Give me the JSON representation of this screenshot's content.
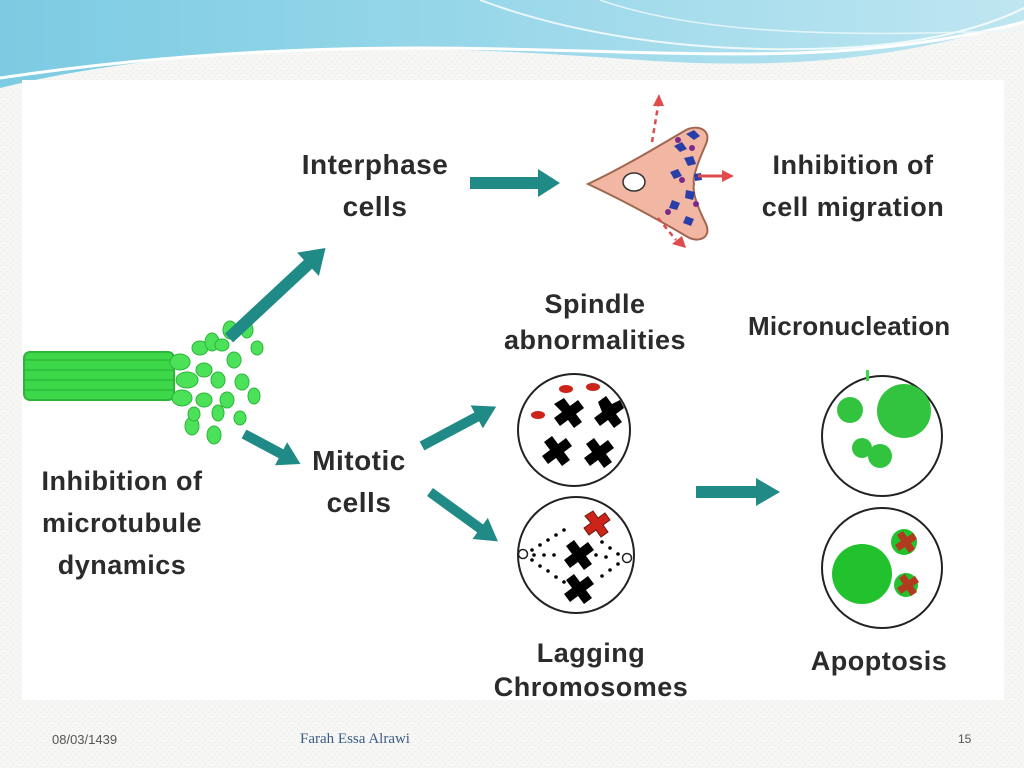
{
  "colors": {
    "arrow": "#1f8a86",
    "tubule_green": "#3dd84a",
    "cell_pink": "#f2b7a2",
    "migration_blue": "#2a3ea8",
    "chromosome_red": "#cc2418",
    "chromosome_black": "#000000",
    "header_blue": "#6cc2dd",
    "footer_author_blue": "#3b5c8a"
  },
  "labels": {
    "interphase_cells": "Interphase\ncells",
    "inhibition_of_cell_migration": "Inhibition of\ncell migration",
    "spindle_abnormalities": "Spindle\nabnormalities",
    "micronucleation": "Micronucleation",
    "inhibition_of_microtubule_dynamics": "Inhibition of\nmicrotubule\ndynamics",
    "mitotic_cells": "Mitotic\ncells",
    "lagging_chromosomes": "Lagging\nChromosomes",
    "apoptosis": "Apoptosis"
  },
  "icons": {
    "microtubule": "microtubule-icon",
    "migrating_cell": "migrating-cell-icon",
    "spindle_cell": "spindle-abnormality-cell-icon",
    "lagging_cell": "lagging-chromosome-cell-icon",
    "micronucleated_cell": "micronucleated-cell-icon",
    "apoptotic_cell": "apoptotic-cell-icon"
  },
  "footer": {
    "date": "08/03/1439",
    "author": "Farah Essa Alrawi",
    "page_number": "15"
  }
}
